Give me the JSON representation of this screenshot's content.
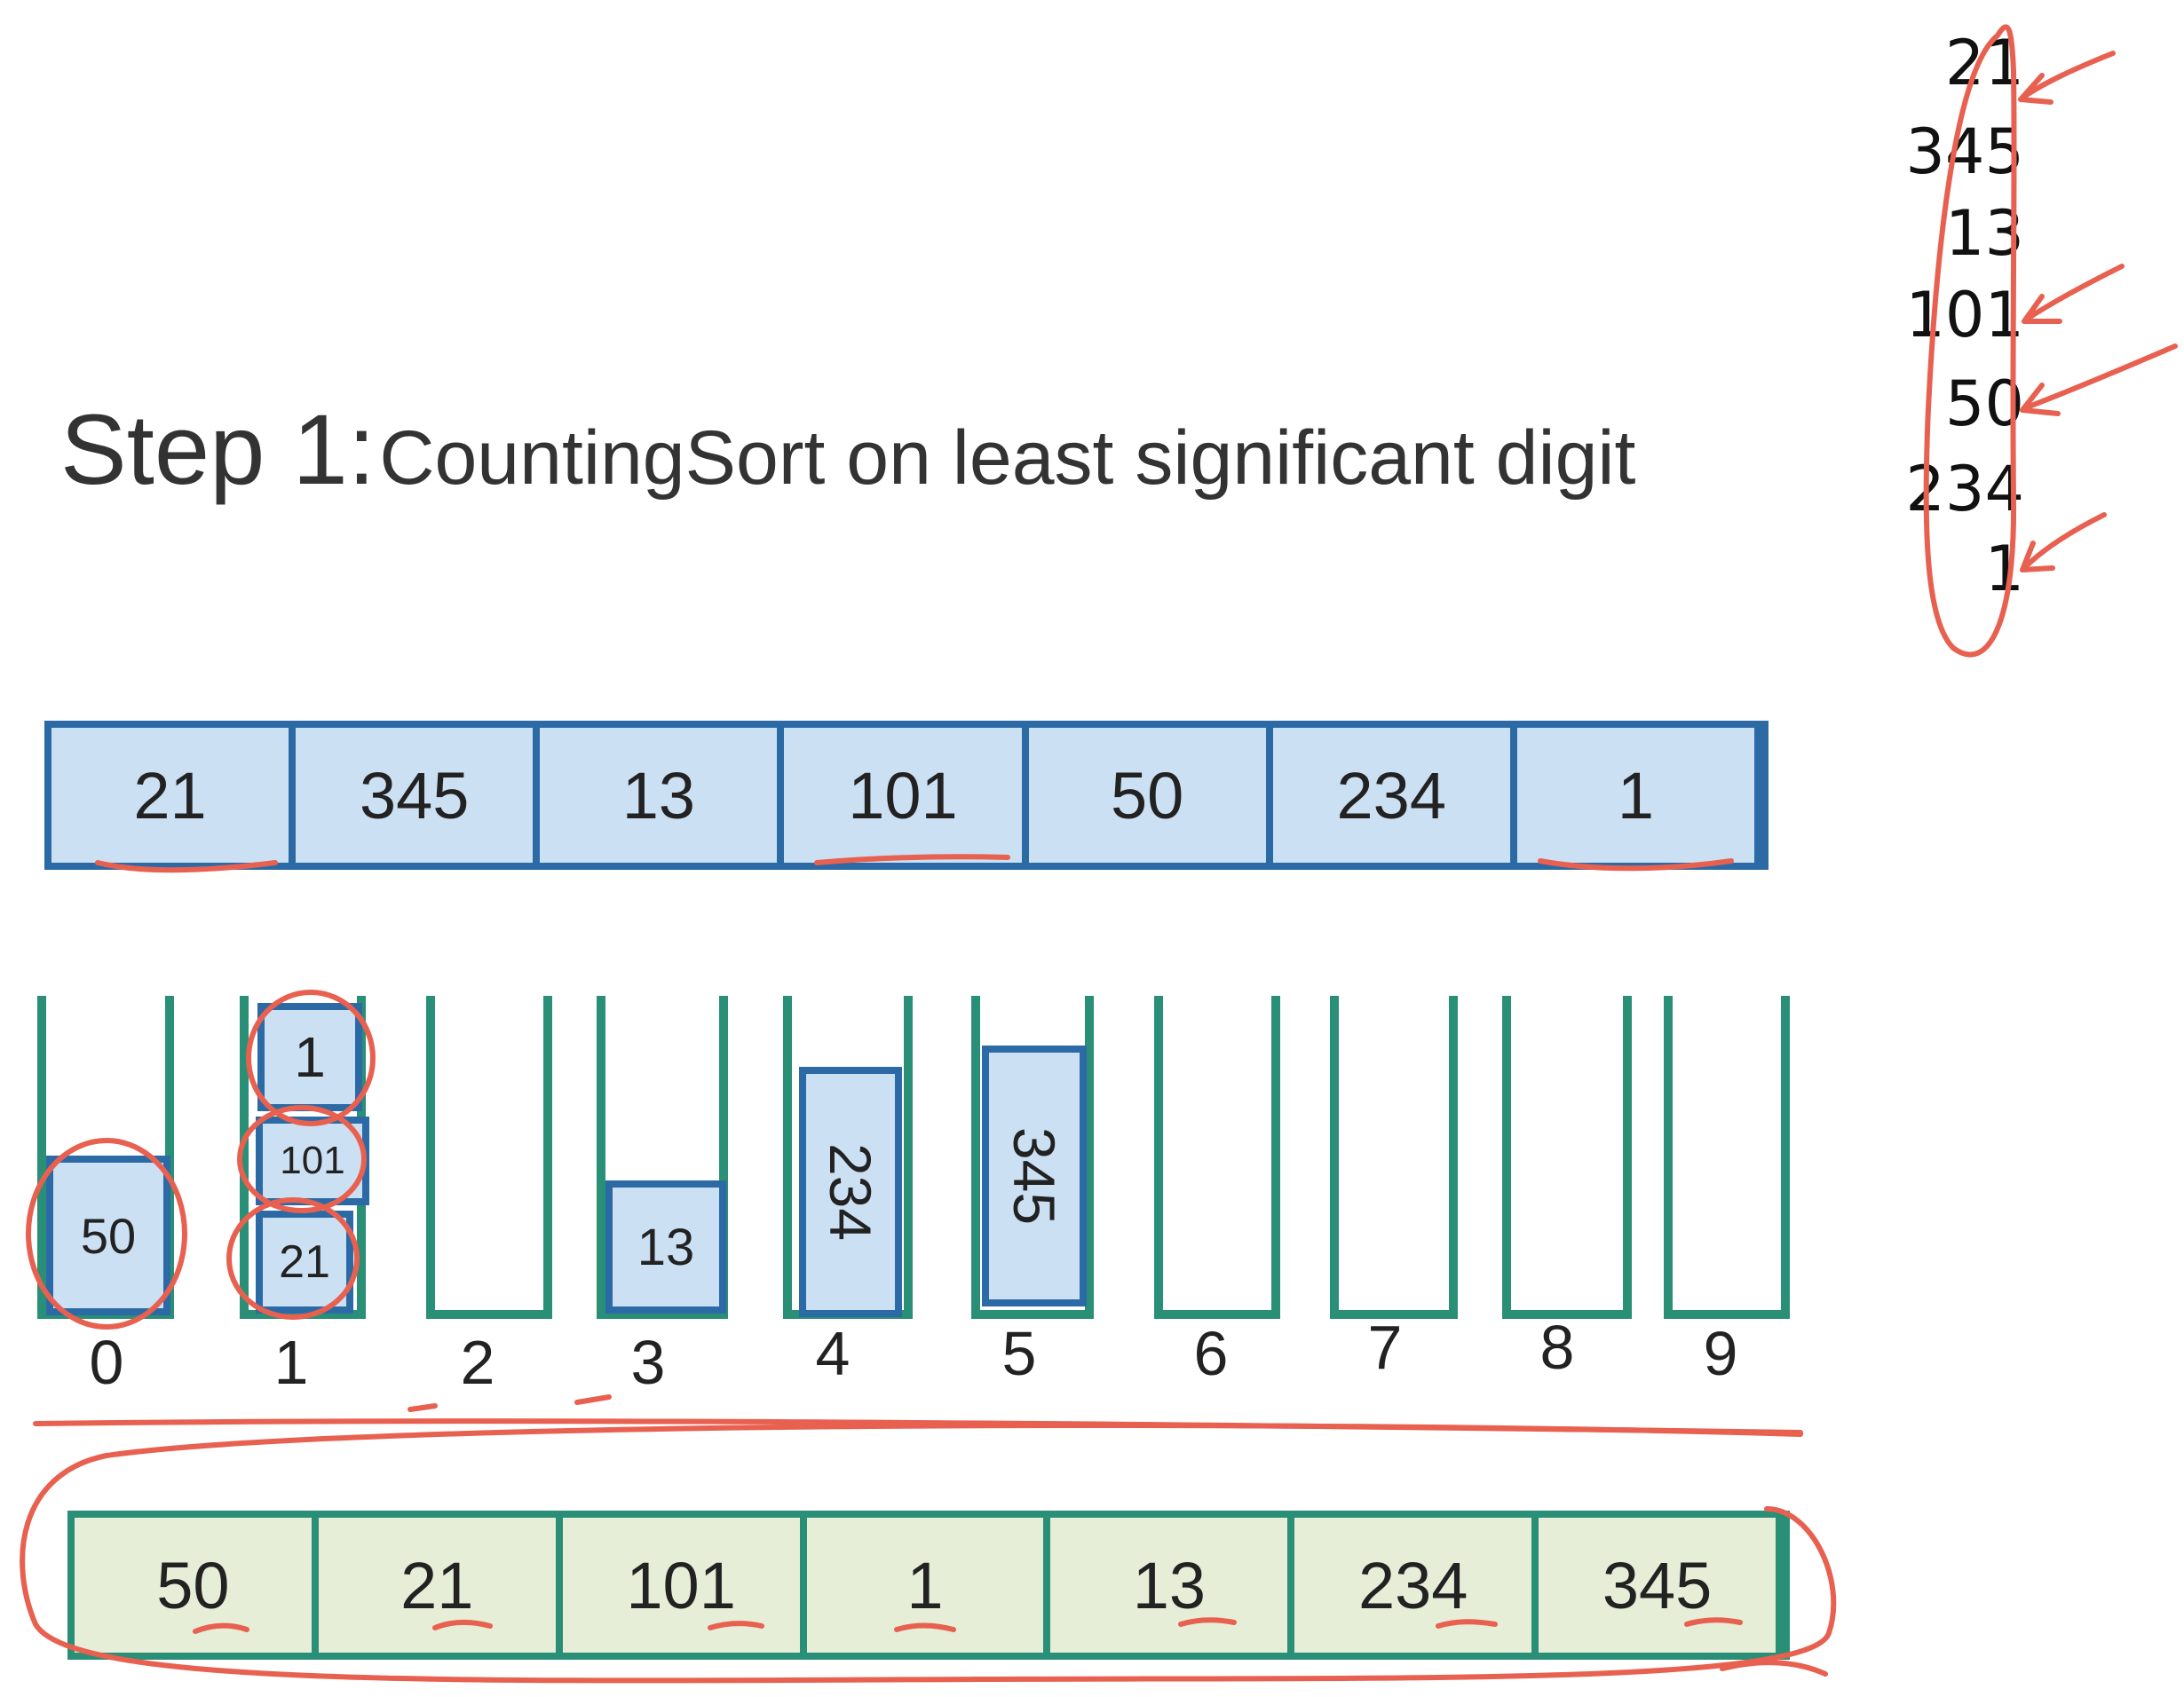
{
  "title": {
    "step": "Step 1:",
    "text": "CountingSort on least significant digit"
  },
  "input_array": [
    "21",
    "345",
    "13",
    "101",
    "50",
    "234",
    "1"
  ],
  "buckets": [
    {
      "label": "0",
      "items": [
        "50"
      ]
    },
    {
      "label": "1",
      "items": [
        "1",
        "101",
        "21"
      ]
    },
    {
      "label": "2",
      "items": []
    },
    {
      "label": "3",
      "items": [
        "13"
      ]
    },
    {
      "label": "4",
      "items": [
        "234"
      ]
    },
    {
      "label": "5",
      "items": [
        "345"
      ]
    },
    {
      "label": "6",
      "items": []
    },
    {
      "label": "7",
      "items": []
    },
    {
      "label": "8",
      "items": []
    },
    {
      "label": "9",
      "items": []
    }
  ],
  "output_array": [
    "50",
    "21",
    "101",
    "1",
    "13",
    "234",
    "345"
  ],
  "handwritten_column": [
    "21",
    "345",
    "13",
    "101",
    "50",
    "234",
    "1"
  ],
  "colors": {
    "blue_border": "#2c6aa6",
    "blue_fill": "#cce0f3",
    "teal": "#2a8f77",
    "green_fill": "#e6eed8",
    "ink_red": "#e8604f"
  }
}
